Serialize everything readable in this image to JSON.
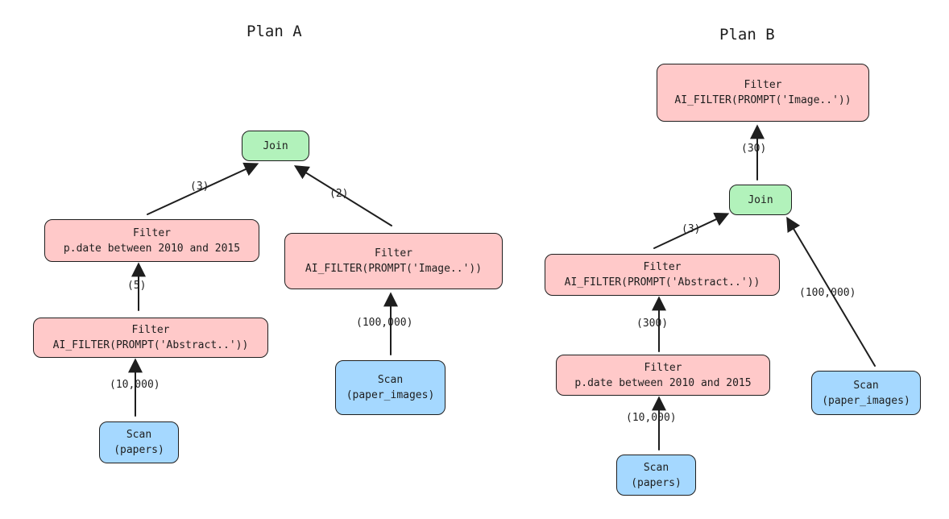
{
  "plan_a": {
    "title": "Plan A",
    "nodes": {
      "join": {
        "l1": "Join"
      },
      "filter_date": {
        "l1": "Filter",
        "l2": "p.date between 2010 and 2015"
      },
      "filter_abstract": {
        "l1": "Filter",
        "l2": "AI_FILTER(PROMPT('Abstract..'))"
      },
      "scan_papers": {
        "l1": "Scan",
        "l2": "(papers)"
      },
      "filter_image": {
        "l1": "Filter",
        "l2": "AI_FILTER(PROMPT('Image..'))"
      },
      "scan_images": {
        "l1": "Scan",
        "l2": "(paper_images)"
      }
    },
    "edges": {
      "date_to_join": "(3)",
      "image_to_join": "(2)",
      "abstract_to_date": "(5)",
      "papers_to_abstract": "(10,000)",
      "images_to_filter": "(100,000)"
    }
  },
  "plan_b": {
    "title": "Plan B",
    "nodes": {
      "filter_image": {
        "l1": "Filter",
        "l2": "AI_FILTER(PROMPT('Image..'))"
      },
      "join": {
        "l1": "Join"
      },
      "filter_abstract": {
        "l1": "Filter",
        "l2": "AI_FILTER(PROMPT('Abstract..'))"
      },
      "filter_date": {
        "l1": "Filter",
        "l2": "p.date between 2010 and 2015"
      },
      "scan_papers": {
        "l1": "Scan",
        "l2": "(papers)"
      },
      "scan_images": {
        "l1": "Scan",
        "l2": "(paper_images)"
      }
    },
    "edges": {
      "join_to_image": "(30)",
      "abstract_to_join": "(3)",
      "images_to_join": "(100,000)",
      "date_to_abstract": "(300)",
      "papers_to_date": "(10,000)"
    }
  },
  "colors": {
    "filter_fill": "#ffc9c9",
    "join_fill": "#b2f2bb",
    "scan_fill": "#a5d8ff",
    "stroke": "#1e1e1e"
  }
}
